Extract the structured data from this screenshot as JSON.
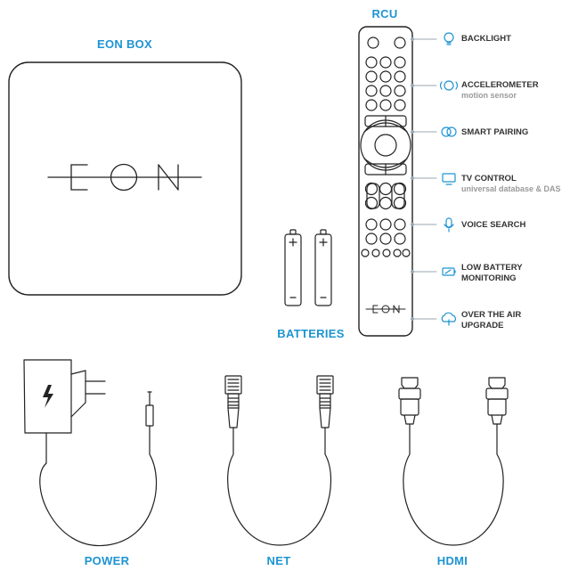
{
  "titles": {
    "eon_box": "EON BOX",
    "rcu": "RCU",
    "batteries": "BATTERIES",
    "power": "POWER",
    "net": "NET",
    "hdmi": "HDMI"
  },
  "features": [
    {
      "title": "BACKLIGHT",
      "icon": "bulb-icon"
    },
    {
      "title": "ACCELEROMETER",
      "subtitle": "motion sensor",
      "icon": "motion-sensor-icon"
    },
    {
      "title": "SMART PAIRING",
      "icon": "pairing-icon"
    },
    {
      "title": "TV CONTROL",
      "subtitle": "universal database & DAS",
      "icon": "tv-icon"
    },
    {
      "title": "VOICE SEARCH",
      "icon": "microphone-icon"
    },
    {
      "title": "LOW BATTERY",
      "title2": "MONITORING",
      "icon": "battery-icon"
    },
    {
      "title": "OVER THE AIR",
      "title2": "UPGRADE",
      "icon": "cloud-upgrade-icon"
    }
  ],
  "colors": {
    "accent": "#1d94d2",
    "outline": "#222222",
    "feature_text": "#333333",
    "feature_sub": "#9a9a9a"
  }
}
